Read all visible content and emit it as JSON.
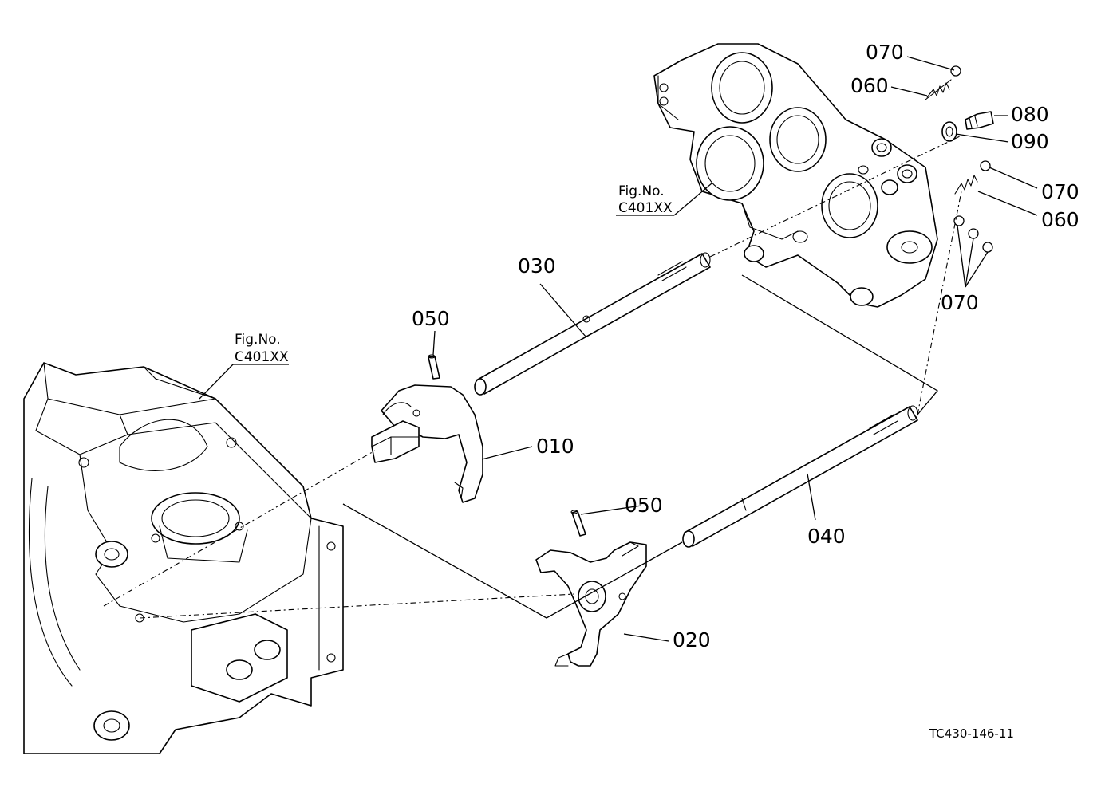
{
  "diagram": {
    "figure_refs": [
      {
        "caption": "Fig.No.",
        "ref": "C401XX"
      },
      {
        "caption": "Fig.No.",
        "ref": "C401XX"
      }
    ],
    "callouts": [
      "070",
      "060",
      "080",
      "090",
      "070",
      "060",
      "070",
      "030",
      "050",
      "010",
      "050",
      "040",
      "020"
    ],
    "drawing_code": "TC430-146-11"
  }
}
